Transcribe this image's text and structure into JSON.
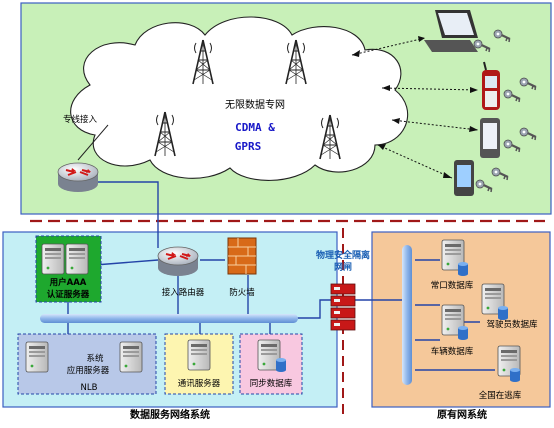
{
  "cloud": {
    "title": "无限数据专网",
    "line1": "CDMA &",
    "line2": "GPRS"
  },
  "labels": {
    "leased_line": "专线接入",
    "access_router": "接入路由器",
    "firewall": "防火墙",
    "aaa_server": "用户AAA认证服务器",
    "aaa_line1": "用户AAA",
    "aaa_line2": "认证服务器",
    "app_server_line1": "系统",
    "app_server_line2": "应用服务器",
    "nlb": "NLB",
    "comm_server": "通讯服务器",
    "sync_db": "同步数据库",
    "gateway_line1": "物理安全隔离",
    "gateway_line2": "网闸",
    "port_db": "常口数据库",
    "driver_db": "驾驶员数据库",
    "vehicle_db": "车辆数据库",
    "fugitive_db": "全国在逃库"
  },
  "sections": {
    "data_service": "数据服务网络系统",
    "existing": "原有网系统"
  },
  "colors": {
    "top_panel": "#c8f0b8",
    "left_panel": "#c4eff5",
    "right_panel": "#f5c89a",
    "pink_box": "#f8c8e0",
    "yellow_box": "#fdf5b0",
    "blue_box": "#b8c8e8",
    "aaa_box": "#1ea82e",
    "bus": "#90b8ec",
    "cable": "#2444a8",
    "divider": "#a01818"
  }
}
